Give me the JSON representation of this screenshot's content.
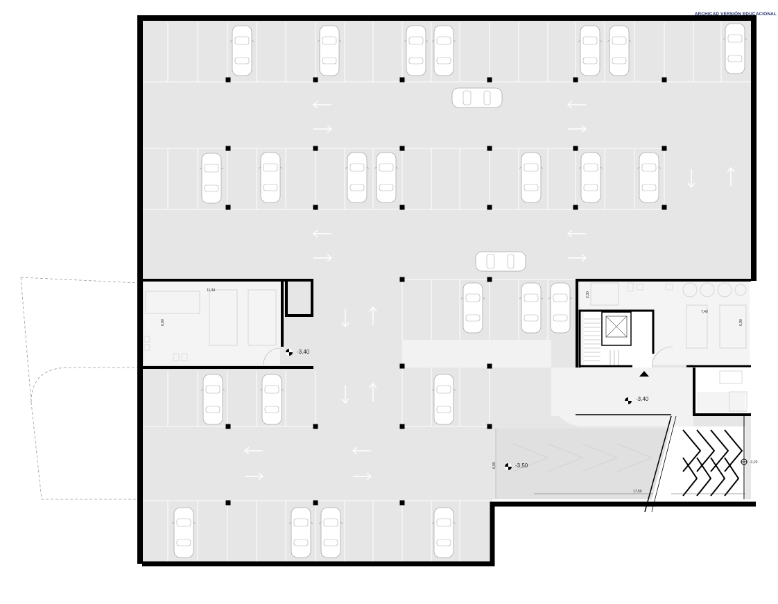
{
  "watermark": "ARCHICAD VERSIÓN EDUCACIONAL",
  "levels": {
    "level_room_left": "-3,40",
    "level_lobby": "-3,40",
    "level_ramp": "-3,50",
    "level_street": "-3,20"
  },
  "dimensions": {
    "room_left_width": "11,34",
    "room_left_height": "6,90",
    "room_right_width": "7,49",
    "room_right_height": "6,90",
    "core_dim": "2,30",
    "ramp_width": "6,00",
    "ramp_length": "17,50"
  },
  "icons": {
    "level_marker": "level-marker-icon",
    "car": "car-icon",
    "arrow": "traffic-arrow-icon",
    "column": "column-icon",
    "stair_arrow": "stair-direction-icon"
  },
  "colors": {
    "floor": "#e6e6e6",
    "walls": "#000000",
    "lines": "#ffffff",
    "cars": "#ffffff",
    "watermark": "#1f2e6b"
  }
}
